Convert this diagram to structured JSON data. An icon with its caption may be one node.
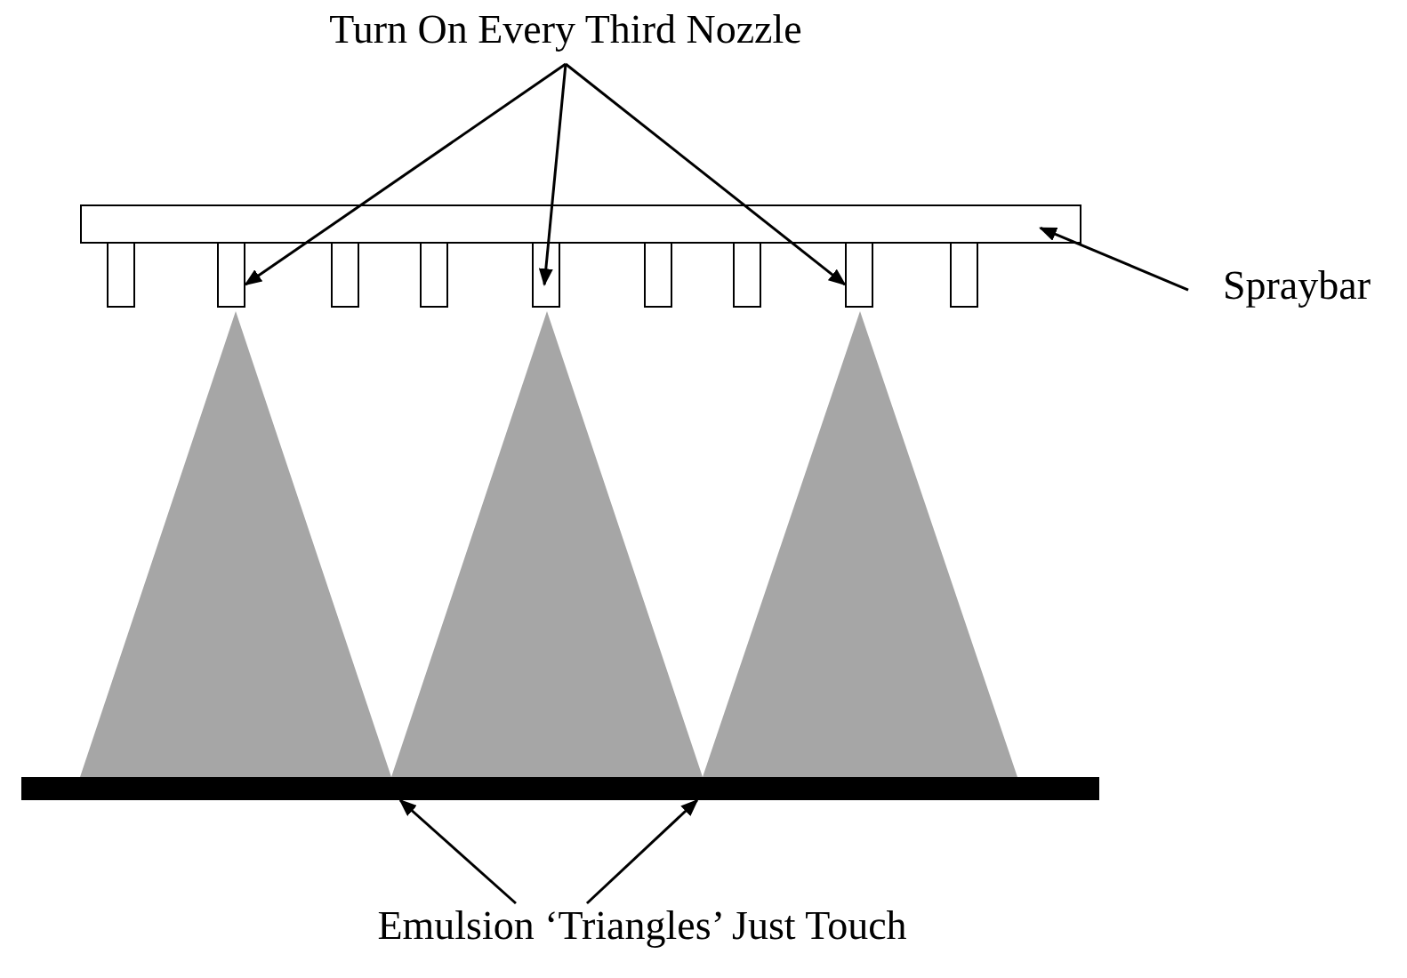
{
  "diagram": {
    "nodes": [
      {
        "text": [
          "Turn On Every Third Nozzle"
        ]
      },
      {
        "text": [],
        "shape": "bar"
      },
      {
        "text": [],
        "shape": "box"
      },
      {
        "text": [],
        "shape": "box"
      },
      {
        "text": [],
        "shape": "box"
      },
      {
        "text": [],
        "shape": "box"
      },
      {
        "text": [],
        "shape": "box"
      },
      {
        "text": [],
        "shape": "box"
      },
      {
        "text": [],
        "shape": "box"
      },
      {
        "text": [],
        "shape": "box"
      },
      {
        "text": [],
        "shape": "box"
      },
      {
        "text": [
          "Spraybar"
        ]
      },
      {
        "text": [],
        "shape": "triangle"
      },
      {
        "text": [],
        "shape": "triangle"
      },
      {
        "text": [],
        "shape": "triangle"
      },
      {
        "text": [],
        "shape": "bar"
      },
      {
        "text": [
          "Emulsion ‘Triangles’ Just Touch"
        ]
      }
    ],
    "edges": [
      {
        "from": 0,
        "to": 3,
        "arrow": "to"
      },
      {
        "from": 0,
        "to": 6,
        "arrow": "to"
      },
      {
        "from": 0,
        "to": 9,
        "arrow": "to"
      },
      {
        "from": 11,
        "to": 1,
        "arrow": "to"
      },
      {
        "from": 16,
        "to": 15,
        "arrow": "to"
      },
      {
        "from": 16,
        "to": 15,
        "arrow": "to"
      }
    ]
  }
}
